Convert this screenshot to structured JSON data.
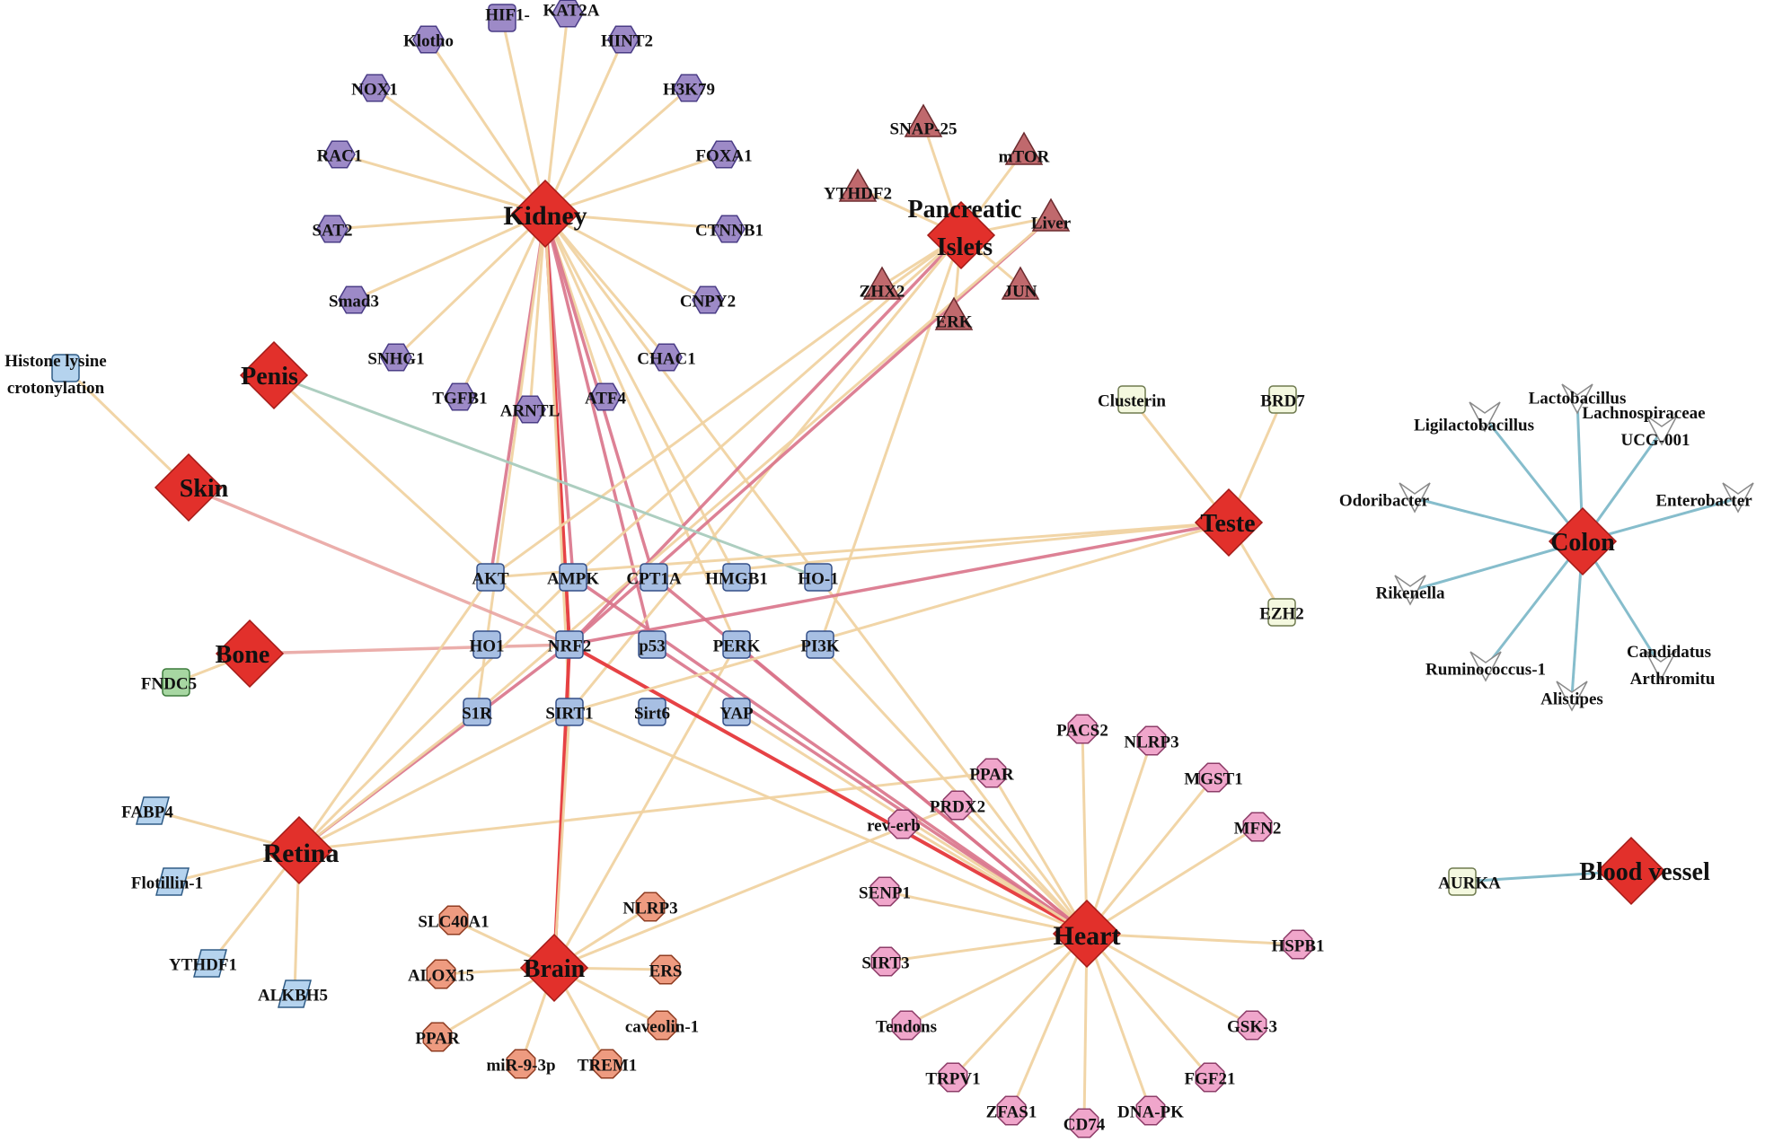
{
  "colors": {
    "hub": "#e2302b",
    "edge_light": "#f0d3a2",
    "edge_red": "#e5383b",
    "edge_pink": "#d9738a",
    "edge_teal": "#7fb9c9",
    "edge_sage": "#a9cbbd",
    "purple_fill": "#9d8ac7",
    "purple_stroke": "#4a3c86",
    "maroon_fill": "#c0696d",
    "maroon_stroke": "#6b2b2f",
    "blue_fill": "#a7bfe3",
    "blue_stroke": "#334f88",
    "cream_fill": "#f4f8df",
    "cream_stroke": "#6e7a4f",
    "pink_fill": "#f0a6cb",
    "pink_stroke": "#8d3c68",
    "orange_fill": "#ee9b80",
    "orange_stroke": "#8f3c21",
    "lightblue_fill": "#b5d3ee",
    "lightblue_stroke": "#305c86",
    "green_fill": "#a7d7a2",
    "green_stroke": "#3b7a3a",
    "gray_fill": "#ffffff",
    "gray_stroke": "#8a8a8a"
  },
  "hubs": [
    {
      "id": "kidney",
      "label": "Kidney"
    },
    {
      "id": "pancreatic",
      "label": "Pancreatic Islets"
    },
    {
      "id": "penis",
      "label": "Penis"
    },
    {
      "id": "skin",
      "label": "Skin"
    },
    {
      "id": "bone",
      "label": "Bone"
    },
    {
      "id": "retina",
      "label": "Retina"
    },
    {
      "id": "brain",
      "label": "Brain"
    },
    {
      "id": "heart",
      "label": "Heart"
    },
    {
      "id": "teste",
      "label": "Teste"
    },
    {
      "id": "colon",
      "label": "Colon"
    },
    {
      "id": "blood",
      "label": "Blood vessel"
    }
  ],
  "nodes": [
    {
      "id": "hif1",
      "label": "HIF1-",
      "group": "purple",
      "shape": "square"
    },
    {
      "id": "kat2a",
      "label": "KAT2A",
      "group": "purple",
      "shape": "hexagon"
    },
    {
      "id": "klotho",
      "label": "Klotho",
      "group": "purple",
      "shape": "hexagon"
    },
    {
      "id": "hint2",
      "label": "HINT2",
      "group": "purple",
      "shape": "hexagon"
    },
    {
      "id": "nox1",
      "label": "NOX1",
      "group": "purple",
      "shape": "hexagon"
    },
    {
      "id": "h3k79",
      "label": "H3K79",
      "group": "purple",
      "shape": "hexagon"
    },
    {
      "id": "rac1",
      "label": "RAC1",
      "group": "purple",
      "shape": "hexagon"
    },
    {
      "id": "foxa1",
      "label": "FOXA1",
      "group": "purple",
      "shape": "hexagon"
    },
    {
      "id": "sat2",
      "label": "SAT2",
      "group": "purple",
      "shape": "hexagon"
    },
    {
      "id": "ctnnb1",
      "label": "CTNNB1",
      "group": "purple",
      "shape": "hexagon"
    },
    {
      "id": "smad3",
      "label": "Smad3",
      "group": "purple",
      "shape": "hexagon"
    },
    {
      "id": "cnpy2",
      "label": "CNPY2",
      "group": "purple",
      "shape": "hexagon"
    },
    {
      "id": "snhg1",
      "label": "SNHG1",
      "group": "purple",
      "shape": "hexagon"
    },
    {
      "id": "chac1",
      "label": "CHAC1",
      "group": "purple",
      "shape": "hexagon"
    },
    {
      "id": "tgfb1",
      "label": "TGFB1",
      "group": "purple",
      "shape": "hexagon"
    },
    {
      "id": "atf4",
      "label": "ATF4",
      "group": "purple",
      "shape": "hexagon"
    },
    {
      "id": "arntl",
      "label": "ARNTL",
      "group": "purple",
      "shape": "hexagon"
    },
    {
      "id": "snap25",
      "label": "SNAP-25",
      "group": "maroon",
      "shape": "triangle"
    },
    {
      "id": "mtor",
      "label": "mTOR",
      "group": "maroon",
      "shape": "triangle"
    },
    {
      "id": "ythdf2",
      "label": "YTHDF2",
      "group": "maroon",
      "shape": "triangle"
    },
    {
      "id": "liver",
      "label": "Liver",
      "group": "maroon",
      "shape": "triangle"
    },
    {
      "id": "zhx2",
      "label": "ZHX2",
      "group": "maroon",
      "shape": "triangle"
    },
    {
      "id": "jun",
      "label": "JUN",
      "group": "maroon",
      "shape": "triangle"
    },
    {
      "id": "erk",
      "label": "ERK",
      "group": "maroon",
      "shape": "triangle"
    },
    {
      "id": "histone",
      "label": "Histone lysine crotonylation",
      "group": "lightblue",
      "shape": "square"
    },
    {
      "id": "clusterin",
      "label": "Clusterin",
      "group": "cream",
      "shape": "square"
    },
    {
      "id": "brd7",
      "label": "BRD7",
      "group": "cream",
      "shape": "square"
    },
    {
      "id": "ezh2",
      "label": "EZH2",
      "group": "cream",
      "shape": "square"
    },
    {
      "id": "akt",
      "label": "AKT",
      "group": "blue",
      "shape": "square"
    },
    {
      "id": "ampk",
      "label": "AMPK",
      "group": "blue",
      "shape": "square"
    },
    {
      "id": "cpt1a",
      "label": "CPT1A",
      "group": "blue",
      "shape": "square"
    },
    {
      "id": "hmgb1",
      "label": "HMGB1",
      "group": "blue",
      "shape": "square"
    },
    {
      "id": "ho1b",
      "label": "HO-1",
      "group": "blue",
      "shape": "square"
    },
    {
      "id": "ho1",
      "label": "HO1",
      "group": "blue",
      "shape": "square"
    },
    {
      "id": "nrf2",
      "label": "NRF2",
      "group": "blue",
      "shape": "square"
    },
    {
      "id": "p53",
      "label": "p53",
      "group": "blue",
      "shape": "square"
    },
    {
      "id": "perk",
      "label": "PERK",
      "group": "blue",
      "shape": "square"
    },
    {
      "id": "pi3k",
      "label": "PI3K",
      "group": "blue",
      "shape": "square"
    },
    {
      "id": "s1r",
      "label": "S1R",
      "group": "blue",
      "shape": "square"
    },
    {
      "id": "sirt1",
      "label": "SIRT1",
      "group": "blue",
      "shape": "square"
    },
    {
      "id": "sirt6",
      "label": "Sirt6",
      "group": "blue",
      "shape": "square"
    },
    {
      "id": "yap",
      "label": "YAP",
      "group": "blue",
      "shape": "square"
    },
    {
      "id": "fndc5",
      "label": "FNDC5",
      "group": "green",
      "shape": "square"
    },
    {
      "id": "fabp4",
      "label": "FABP4",
      "group": "lightblue",
      "shape": "parallelogram"
    },
    {
      "id": "flotillin",
      "label": "Flotillin-1",
      "group": "lightblue",
      "shape": "parallelogram"
    },
    {
      "id": "ythdf1",
      "label": "YTHDF1",
      "group": "lightblue",
      "shape": "parallelogram"
    },
    {
      "id": "alkbh5",
      "label": "ALKBH5",
      "group": "lightblue",
      "shape": "parallelogram"
    },
    {
      "id": "slc40a1",
      "label": "SLC40A1",
      "group": "orange",
      "shape": "octagon"
    },
    {
      "id": "nlrp3b",
      "label": "NLRP3",
      "group": "orange",
      "shape": "octagon"
    },
    {
      "id": "alox15",
      "label": "ALOX15",
      "group": "orange",
      "shape": "octagon"
    },
    {
      "id": "ers",
      "label": "ERS",
      "group": "orange",
      "shape": "octagon"
    },
    {
      "id": "caveolin",
      "label": "caveolin-1",
      "group": "orange",
      "shape": "octagon"
    },
    {
      "id": "ppar_b",
      "label": "PPAR",
      "group": "orange",
      "shape": "octagon"
    },
    {
      "id": "mir93p",
      "label": "miR-9-3p",
      "group": "orange",
      "shape": "octagon"
    },
    {
      "id": "trem1",
      "label": "TREM1",
      "group": "orange",
      "shape": "octagon"
    },
    {
      "id": "ppar_h",
      "label": "PPAR",
      "group": "pink",
      "shape": "octagon"
    },
    {
      "id": "pacs2",
      "label": "PACS2",
      "group": "pink",
      "shape": "octagon"
    },
    {
      "id": "nlrp3h",
      "label": "NLRP3",
      "group": "pink",
      "shape": "octagon"
    },
    {
      "id": "prdx2",
      "label": "PRDX2",
      "group": "pink",
      "shape": "octagon"
    },
    {
      "id": "mgst1",
      "label": "MGST1",
      "group": "pink",
      "shape": "octagon"
    },
    {
      "id": "reverb",
      "label": "rev-erb",
      "group": "pink",
      "shape": "octagon"
    },
    {
      "id": "mfn2",
      "label": "MFN2",
      "group": "pink",
      "shape": "octagon"
    },
    {
      "id": "senp1",
      "label": "SENP1",
      "group": "pink",
      "shape": "octagon"
    },
    {
      "id": "sirt3",
      "label": "SIRT3",
      "group": "pink",
      "shape": "octagon"
    },
    {
      "id": "hspb1",
      "label": "HSPB1",
      "group": "pink",
      "shape": "octagon"
    },
    {
      "id": "tendons",
      "label": "Tendons",
      "group": "pink",
      "shape": "octagon"
    },
    {
      "id": "gsk3",
      "label": "GSK-3",
      "group": "pink",
      "shape": "octagon"
    },
    {
      "id": "trpv1",
      "label": "TRPV1",
      "group": "pink",
      "shape": "octagon"
    },
    {
      "id": "fgf21",
      "label": "FGF21",
      "group": "pink",
      "shape": "octagon"
    },
    {
      "id": "zfas1",
      "label": "ZFAS1",
      "group": "pink",
      "shape": "octagon"
    },
    {
      "id": "cd74",
      "label": "CD74",
      "group": "pink",
      "shape": "octagon"
    },
    {
      "id": "dnapk",
      "label": "DNA-PK",
      "group": "pink",
      "shape": "octagon"
    },
    {
      "id": "lactobacillus",
      "label": "Lactobacillus",
      "group": "gray",
      "shape": "vee"
    },
    {
      "id": "ligilacto",
      "label": "Ligilactobacillus",
      "group": "gray",
      "shape": "vee"
    },
    {
      "id": "lachno",
      "label": "Lachnospiraceae UCG-001",
      "group": "gray",
      "shape": "vee"
    },
    {
      "id": "odoribacter",
      "label": "Odoribacter",
      "group": "gray",
      "shape": "vee"
    },
    {
      "id": "enterobacter",
      "label": "Enterobacter",
      "group": "gray",
      "shape": "vee"
    },
    {
      "id": "rikenella",
      "label": "Rikenella",
      "group": "gray",
      "shape": "vee"
    },
    {
      "id": "rumino",
      "label": "Ruminococcus-1",
      "group": "gray",
      "shape": "vee"
    },
    {
      "id": "candidatus",
      "label": "Candidatus Arthromitu",
      "group": "gray",
      "shape": "vee"
    },
    {
      "id": "alistipes",
      "label": "Alistipes",
      "group": "gray",
      "shape": "vee"
    },
    {
      "id": "aurka",
      "label": "AURKA",
      "group": "cream",
      "shape": "square"
    }
  ],
  "edges": [
    [
      "kidney",
      "hif1",
      "light"
    ],
    [
      "kidney",
      "kat2a",
      "light"
    ],
    [
      "kidney",
      "klotho",
      "light"
    ],
    [
      "kidney",
      "hint2",
      "light"
    ],
    [
      "kidney",
      "nox1",
      "light"
    ],
    [
      "kidney",
      "h3k79",
      "light"
    ],
    [
      "kidney",
      "rac1",
      "light"
    ],
    [
      "kidney",
      "foxa1",
      "light"
    ],
    [
      "kidney",
      "sat2",
      "light"
    ],
    [
      "kidney",
      "ctnnb1",
      "light"
    ],
    [
      "kidney",
      "smad3",
      "light"
    ],
    [
      "kidney",
      "cnpy2",
      "light"
    ],
    [
      "kidney",
      "snhg1",
      "light"
    ],
    [
      "kidney",
      "chac1",
      "light"
    ],
    [
      "kidney",
      "tgfb1",
      "light"
    ],
    [
      "kidney",
      "atf4",
      "light"
    ],
    [
      "kidney",
      "arntl",
      "light"
    ],
    [
      "kidney",
      "akt",
      "pink"
    ],
    [
      "kidney",
      "ampk",
      "pink"
    ],
    [
      "kidney",
      "cpt1a",
      "pink"
    ],
    [
      "kidney",
      "nrf2",
      "red"
    ],
    [
      "kidney",
      "p53",
      "pink"
    ],
    [
      "kidney",
      "perk",
      "light"
    ],
    [
      "kidney",
      "sirt1",
      "light"
    ],
    [
      "kidney",
      "s1r",
      "light"
    ],
    [
      "kidney",
      "heart",
      "light"
    ],
    [
      "kidney",
      "hmgb1",
      "light"
    ],
    [
      "pancreatic",
      "snap25",
      "light"
    ],
    [
      "pancreatic",
      "mtor",
      "light"
    ],
    [
      "pancreatic",
      "ythdf2",
      "light"
    ],
    [
      "pancreatic",
      "liver",
      "light"
    ],
    [
      "pancreatic",
      "zhx2",
      "light"
    ],
    [
      "pancreatic",
      "jun",
      "light"
    ],
    [
      "pancreatic",
      "erk",
      "light"
    ],
    [
      "pancreatic",
      "nrf2",
      "pink"
    ],
    [
      "pancreatic",
      "akt",
      "light"
    ],
    [
      "pancreatic",
      "pi3k",
      "light"
    ],
    [
      "pancreatic",
      "sirt1",
      "light"
    ],
    [
      "pancreatic",
      "ampk",
      "light"
    ],
    [
      "liver",
      "nrf2",
      "pink"
    ],
    [
      "liver",
      "s1r",
      "light"
    ],
    [
      "penis",
      "nrf2",
      "light"
    ],
    [
      "penis",
      "ho1b",
      "sage"
    ],
    [
      "skin",
      "histone",
      "light"
    ],
    [
      "skin",
      "nrf2",
      "pinklight"
    ],
    [
      "bone",
      "fndc5",
      "light"
    ],
    [
      "bone",
      "nrf2",
      "pinklight"
    ],
    [
      "retina",
      "fabp4",
      "light"
    ],
    [
      "retina",
      "flotillin",
      "light"
    ],
    [
      "retina",
      "ythdf1",
      "light"
    ],
    [
      "retina",
      "alkbh5",
      "light"
    ],
    [
      "retina",
      "nrf2",
      "pink"
    ],
    [
      "retina",
      "akt",
      "light"
    ],
    [
      "retina",
      "ampk",
      "light"
    ],
    [
      "retina",
      "sirt1",
      "light"
    ],
    [
      "retina",
      "ppar_h",
      "light"
    ],
    [
      "retina",
      "s1r",
      "light"
    ],
    [
      "brain",
      "slc40a1",
      "light"
    ],
    [
      "brain",
      "nlrp3b",
      "light"
    ],
    [
      "brain",
      "alox15",
      "light"
    ],
    [
      "brain",
      "ers",
      "light"
    ],
    [
      "brain",
      "caveolin",
      "light"
    ],
    [
      "brain",
      "ppar_b",
      "light"
    ],
    [
      "brain",
      "mir93p",
      "light"
    ],
    [
      "brain",
      "trem1",
      "light"
    ],
    [
      "brain",
      "nrf2",
      "red"
    ],
    [
      "brain",
      "sirt1",
      "light"
    ],
    [
      "brain",
      "perk",
      "light"
    ],
    [
      "brain",
      "prdx2",
      "light"
    ],
    [
      "heart",
      "ppar_h",
      "light"
    ],
    [
      "heart",
      "pacs2",
      "light"
    ],
    [
      "heart",
      "nlrp3h",
      "light"
    ],
    [
      "heart",
      "prdx2",
      "light"
    ],
    [
      "heart",
      "mgst1",
      "light"
    ],
    [
      "heart",
      "reverb",
      "light"
    ],
    [
      "heart",
      "mfn2",
      "light"
    ],
    [
      "heart",
      "senp1",
      "light"
    ],
    [
      "heart",
      "sirt3",
      "light"
    ],
    [
      "heart",
      "hspb1",
      "light"
    ],
    [
      "heart",
      "tendons",
      "light"
    ],
    [
      "heart",
      "gsk3",
      "light"
    ],
    [
      "heart",
      "trpv1",
      "light"
    ],
    [
      "heart",
      "fgf21",
      "light"
    ],
    [
      "heart",
      "zfas1",
      "light"
    ],
    [
      "heart",
      "cd74",
      "light"
    ],
    [
      "heart",
      "dnapk",
      "light"
    ],
    [
      "heart",
      "nrf2",
      "red"
    ],
    [
      "heart",
      "ampk",
      "pink"
    ],
    [
      "heart",
      "cpt1a",
      "pink"
    ],
    [
      "heart",
      "p53",
      "pink"
    ],
    [
      "heart",
      "sirt1",
      "light"
    ],
    [
      "heart",
      "yap",
      "light"
    ],
    [
      "heart",
      "pi3k",
      "light"
    ],
    [
      "heart",
      "perk",
      "pink"
    ],
    [
      "teste",
      "clusterin",
      "light"
    ],
    [
      "teste",
      "brd7",
      "light"
    ],
    [
      "teste",
      "ezh2",
      "light"
    ],
    [
      "teste",
      "nrf2",
      "pink"
    ],
    [
      "teste",
      "akt",
      "light"
    ],
    [
      "teste",
      "cpt1a",
      "light"
    ],
    [
      "teste",
      "sirt1",
      "light"
    ],
    [
      "colon",
      "lactobacillus",
      "teal"
    ],
    [
      "colon",
      "ligilacto",
      "teal"
    ],
    [
      "colon",
      "lachno",
      "teal"
    ],
    [
      "colon",
      "odoribacter",
      "teal"
    ],
    [
      "colon",
      "enterobacter",
      "teal"
    ],
    [
      "colon",
      "rikenella",
      "teal"
    ],
    [
      "colon",
      "rumino",
      "teal"
    ],
    [
      "colon",
      "candidatus",
      "teal"
    ],
    [
      "colon",
      "alistipes",
      "teal"
    ],
    [
      "blood",
      "aurka",
      "teal"
    ]
  ]
}
